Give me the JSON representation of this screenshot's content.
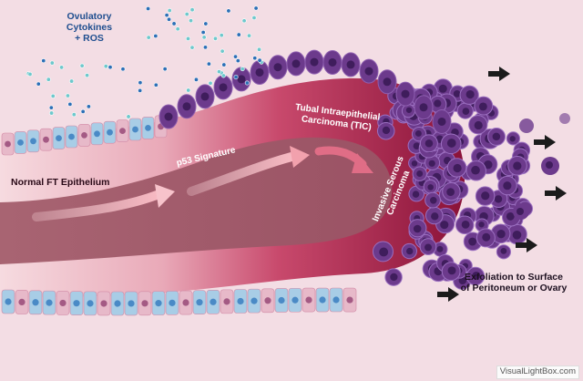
{
  "labels": {
    "cytokines_line1": "Ovulatory",
    "cytokines_line2": "Cytokines",
    "cytokines_line3": "+ ROS",
    "normal": "Normal FT Epithelium",
    "p53": "p53 Signature",
    "tic_line1": "Tubal Intraepithelial",
    "tic_line2": "Carcinoma (TIC)",
    "serous_line1": "Invasive Serous",
    "serous_line2": "Carcinoma",
    "exfoliation_line1": "Exfoliation to Surface",
    "exfoliation_line2": "of Peritoneum or Ovary",
    "credit": "VisualLightBox.com"
  },
  "colors": {
    "background": "#f3dde4",
    "lumen": "#9e5766",
    "tube_pale": "#f6dbe0",
    "tube_deep": "#8a1238",
    "tumor_cell": "#6c3a8c",
    "tumor_nucleus": "#3f1d5c",
    "normal_cell": "#a8cde6",
    "normal_nucleus": "#4a8ac6",
    "cytokine": "#2c6fb6",
    "ros": "#6ec8cc",
    "arrow": "#f6b6be"
  }
}
